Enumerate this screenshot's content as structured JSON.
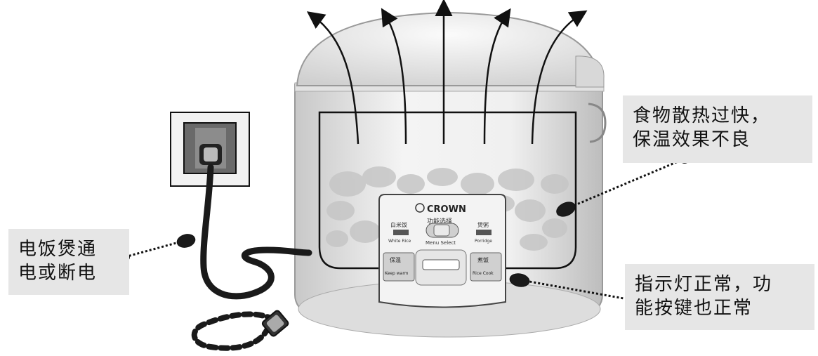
{
  "callouts": {
    "food_heat": {
      "line1": "食物散热过快，",
      "line2": "保温效果不良"
    },
    "power": {
      "line1": "电饭煲通",
      "line2": "电或断电"
    },
    "status": {
      "line1": "指示灯正常，功",
      "line2": "能按键也正常"
    }
  },
  "panel": {
    "brand": "CROWN",
    "menu_select_cn": "功能选择",
    "menu_select_en": "Menu Select",
    "white_rice_cn": "白米饭",
    "white_rice_en": "White Rice",
    "porridge_cn": "煲粥",
    "porridge_en": "Porridge",
    "keep_warm_cn": "保温",
    "keep_warm_en": "Keep warm",
    "cook_cn": "煮饭",
    "cook_en": "Rice Cook"
  }
}
